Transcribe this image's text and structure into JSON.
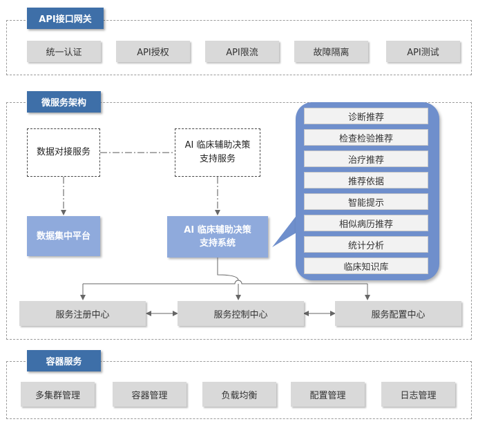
{
  "api_gateway": {
    "title": "API接口网关",
    "items": [
      "统一认证",
      "API授权",
      "API限流",
      "故障隔离",
      "API测试"
    ]
  },
  "microservice": {
    "title": "微服务架构",
    "data_interface": "数据对接服务",
    "ai_support_service": "AI 临床辅助决策支持服务",
    "data_platform": "数据集中平台",
    "ai_system": "AI 临床辅助决策支持系统",
    "recommendations": [
      "诊断推荐",
      "检查检验推荐",
      "治疗推荐",
      "推荐依据",
      "智能提示",
      "相似病历推荐",
      "统计分析",
      "临床知识库"
    ],
    "registry": "服务注册中心",
    "control": "服务控制中心",
    "config": "服务配置中心"
  },
  "container": {
    "title": "容器服务",
    "items": [
      "多集群管理",
      "容器管理",
      "负载均衡",
      "配置管理",
      "日志管理"
    ]
  },
  "colors": {
    "title_blue": "#3e6fa8",
    "box_blue": "#8faadc",
    "panel_blue": "#6f8fcc",
    "button_gray": "#d9d9d9"
  }
}
